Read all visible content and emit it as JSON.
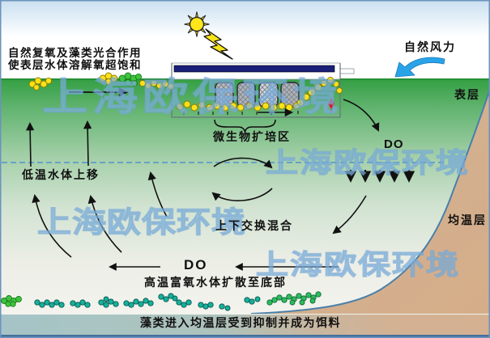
{
  "labels": {
    "top_note_line1": "自然复氧及藻类光合作用",
    "top_note_line2": "使表层水体溶解氧超饱和",
    "natural_wind": "自然风力",
    "surface_layer": "表层",
    "microbe_culture_zone": "微生物扩培区",
    "do_upper": "DO",
    "cold_water_rise": "低温水体上移",
    "vertical_exchange_mixing": "上下交换混合",
    "isothermal_layer": "均温层",
    "do_lower": "DO",
    "oxygen_rich_diffusion": "高温富氧水体扩散至底部",
    "algae_suppression": "藻类进入均温层受到抑制并成为饵料"
  },
  "watermark": {
    "text": "上海欧保环境"
  },
  "icons": {
    "sun": "sun-icon",
    "lightning": "lightning-icon",
    "wind_arrow": "wind-arrow-icon",
    "aerator_float": "aerator-float-device",
    "media_bags": "biofilm-media-bags",
    "bubbles": "aeration-bubbles",
    "surface_algae": "surface-algae-dots",
    "bottom_algae": "bottom-algae-dots",
    "thermocline": "dashed-thermocline-line"
  },
  "colors": {
    "sky_blue": "#c8dff0",
    "water_surface_green": "#339f42",
    "water_fade": "#f4f3ee",
    "slope_tan": "#d3ae8b",
    "band_teal": "#a5c4c7",
    "float_navy": "#1a1f7a",
    "bubble_yellow": "#ffe11a",
    "algae_teal": "#17b09c",
    "algae_green": "#3ec43e",
    "wind_blue": "#29a3e8",
    "watermark_blue": "#8ab4dc",
    "dashed_line_blue": "#4f93cf",
    "border_blue": "#4a7fa8",
    "marker_red": "#e8102c"
  }
}
